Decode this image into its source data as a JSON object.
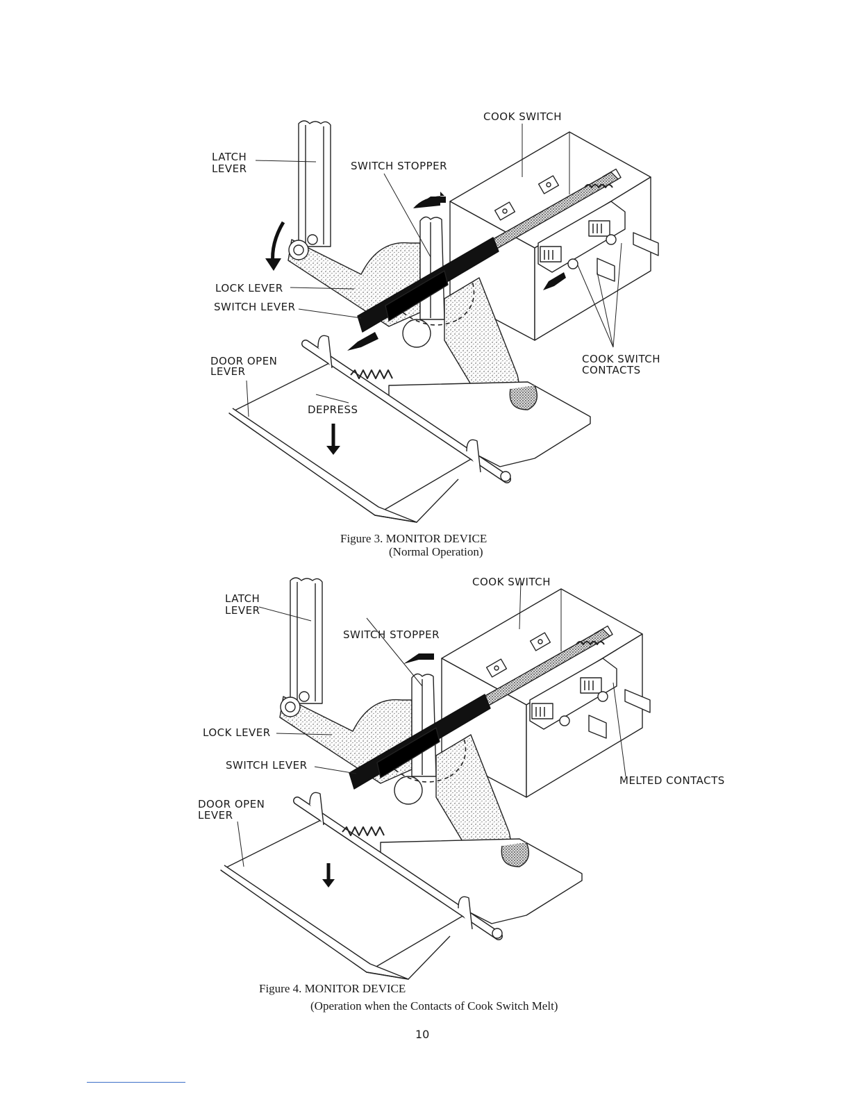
{
  "figure3": {
    "labels": {
      "cook_switch": "COOK SWITCH",
      "latch_lever_1": "LATCH",
      "latch_lever_2": "LEVER",
      "switch_stopper": "SWITCH STOPPER",
      "lock_lever": "LOCK LEVER",
      "switch_lever": "SWITCH LEVER",
      "door_open_lever_1": "DOOR OPEN",
      "door_open_lever_2": "LEVER",
      "depress": "DEPRESS",
      "cook_switch_contacts_1": "COOK SWITCH",
      "cook_switch_contacts_2": "CONTACTS"
    },
    "caption_line1": "Figure 3. MONITOR DEVICE",
    "caption_line2": "(Normal Operation)"
  },
  "figure4": {
    "labels": {
      "cook_switch": "COOK SWITCH",
      "latch_lever_1": "LATCH",
      "latch_lever_2": "LEVER",
      "switch_stopper": "SWITCH STOPPER",
      "lock_lever": "LOCK LEVER",
      "switch_lever": "SWITCH LEVER",
      "door_open_lever_1": "DOOR OPEN",
      "door_open_lever_2": "LEVER",
      "melted_contacts": "MELTED CONTACTS"
    },
    "caption_line1": "Figure 4.  MONITOR DEVICE",
    "caption_line2": "(Operation when the Contacts of Cook Switch Melt)"
  },
  "page_number": "10"
}
